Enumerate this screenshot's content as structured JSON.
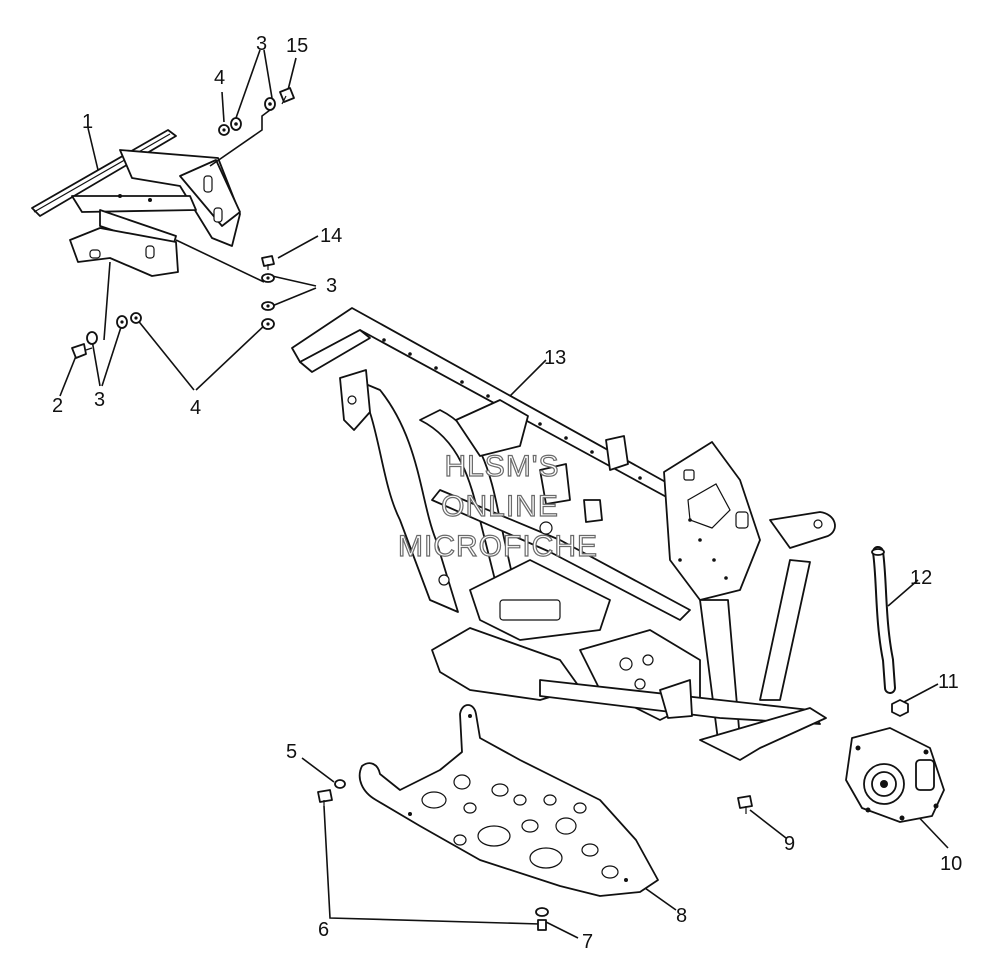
{
  "watermark": {
    "line1": "HLSM'S",
    "line2": "ONLINE",
    "line3": "MICROFICHE"
  },
  "callouts": [
    {
      "id": "c1",
      "label": "1"
    },
    {
      "id": "c2",
      "label": "2"
    },
    {
      "id": "c3a",
      "label": "3"
    },
    {
      "id": "c3b",
      "label": "3"
    },
    {
      "id": "c3c",
      "label": "3"
    },
    {
      "id": "c4a",
      "label": "4"
    },
    {
      "id": "c4b",
      "label": "4"
    },
    {
      "id": "c5",
      "label": "5"
    },
    {
      "id": "c6",
      "label": "6"
    },
    {
      "id": "c7",
      "label": "7"
    },
    {
      "id": "c8",
      "label": "8"
    },
    {
      "id": "c9",
      "label": "9"
    },
    {
      "id": "c10",
      "label": "10"
    },
    {
      "id": "c11",
      "label": "11"
    },
    {
      "id": "c12",
      "label": "12"
    },
    {
      "id": "c13",
      "label": "13"
    },
    {
      "id": "c14",
      "label": "14"
    },
    {
      "id": "c15",
      "label": "15"
    }
  ],
  "parts": [
    {
      "name": "front-bumper-bracket-assembly"
    },
    {
      "name": "bolt"
    },
    {
      "name": "washer"
    },
    {
      "name": "nut"
    },
    {
      "name": "washer-small"
    },
    {
      "name": "skid-plate-bolt"
    },
    {
      "name": "push-rivet"
    },
    {
      "name": "skid-plate"
    },
    {
      "name": "gearcase-bolt"
    },
    {
      "name": "gearcase"
    },
    {
      "name": "nut-flange"
    },
    {
      "name": "vent-hose"
    },
    {
      "name": "main-frame"
    },
    {
      "name": "bolt-short"
    },
    {
      "name": "screw-flange"
    }
  ]
}
